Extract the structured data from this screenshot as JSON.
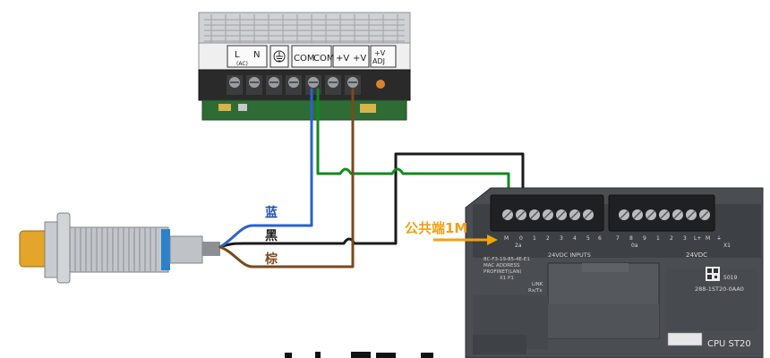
{
  "power_supply": {
    "terminal_labels": [
      "L",
      "N",
      "(AC)",
      "COM",
      "COM",
      "+V",
      "+V",
      "+V",
      "ADJ"
    ]
  },
  "wire_labels": {
    "blue": "蓝",
    "black": "黑",
    "brown": "棕"
  },
  "common_label": "公共端1M",
  "plc": {
    "input_label": "24VDC INPUTS",
    "supply_label": "24VDC",
    "pin_labels_left": [
      "M",
      "0",
      "1",
      "2",
      "3",
      "4",
      "5",
      "6"
    ],
    "pin_group_left": "2a",
    "pin_labels_right": [
      "7",
      "8",
      "9",
      "1",
      "2",
      "3",
      "L+",
      "M",
      "⏚"
    ],
    "pin_group_right": "0a",
    "mac_lines": [
      "8C-F3-19-85-4E-E1",
      "MAC ADDRESS",
      "PROFINET(LAN)",
      "X1 P1"
    ],
    "link_label": "LINK",
    "rx_tx_label": "Rx/Tx",
    "x_label": "X1",
    "order_number": "288-1ST20-0AA0",
    "code": "5019",
    "model": "CPU ST20"
  },
  "colors": {
    "blue_wire": "#2a63c9",
    "black_wire": "#1a1a1a",
    "brown_wire": "#7a4a1c",
    "green_wire": "#138a1e",
    "arrow": "#f2a20a",
    "label_blue": "#1f4fb8",
    "label_orange": "#f0a016"
  }
}
